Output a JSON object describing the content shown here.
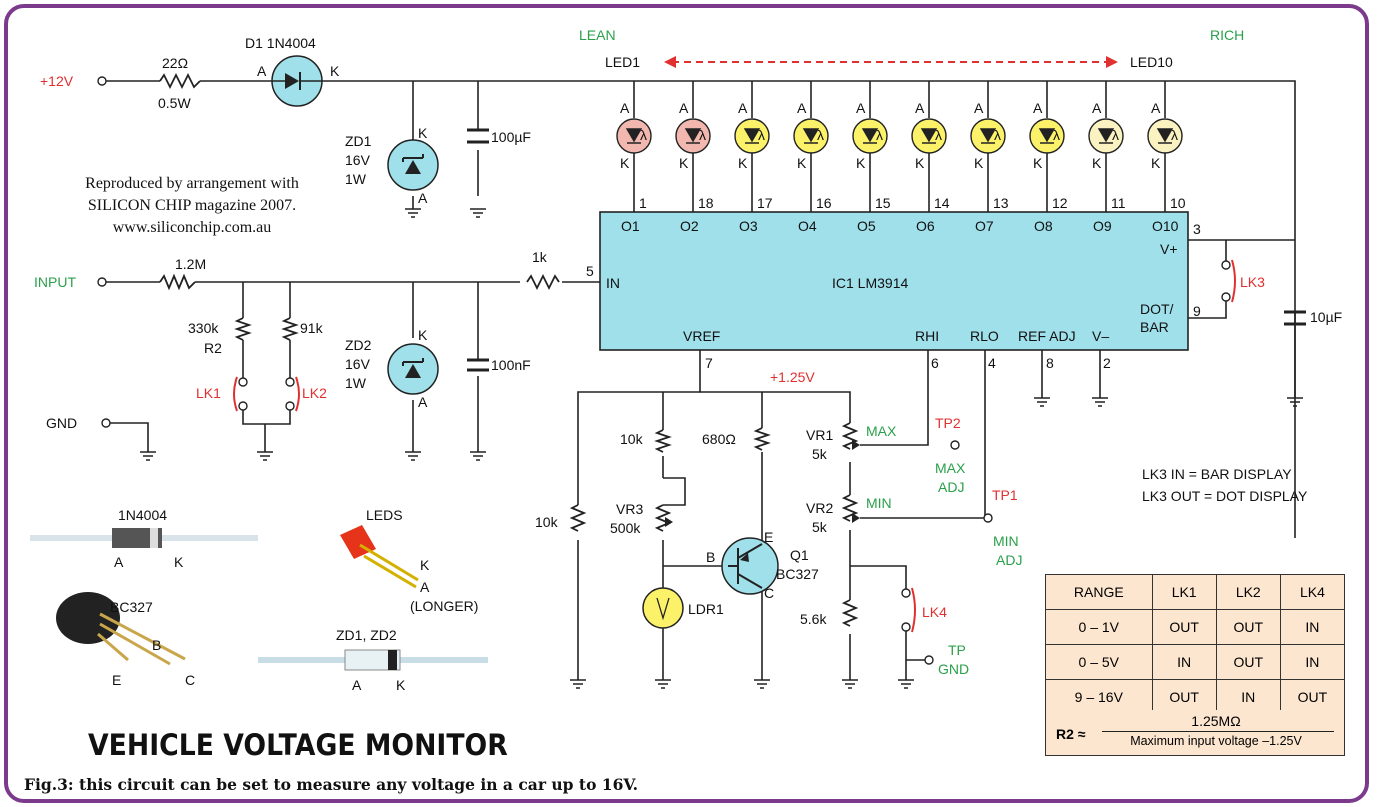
{
  "title": "VEHICLE VOLTAGE MONITOR",
  "caption": "Fig.3: this circuit can be set to measure any voltage in a car up to 16V.",
  "credit": [
    "Reproduced by arrangement with",
    "SILICON CHIP magazine 2007.",
    "www.siliconchip.com.au"
  ],
  "colors": {
    "frame": "#7b3a8c",
    "ic": "#9fe0ea",
    "led_red": "#f2b8b0",
    "led_yellow": "#fbf26a",
    "led_cream": "#faf2c0",
    "red_text": "#e03030",
    "green_text": "#2aa04a",
    "table_bg": "#fde6cf"
  },
  "labels": {
    "plus12v": "+12V",
    "input": "INPUT",
    "gnd": "GND",
    "r22": "22Ω",
    "r22w": "0.5W",
    "d1": "D1 1N4004",
    "zd1": [
      "ZD1",
      "16V",
      "1W"
    ],
    "zd2": [
      "ZD2",
      "16V",
      "1W"
    ],
    "c100u": "100µF",
    "c100n": "100nF",
    "c10u": "10µF",
    "r12m": "1.2M",
    "r1k": "1k",
    "r330": [
      "330k",
      "R2"
    ],
    "r91k": "91k",
    "lk1": "LK1",
    "lk2": "LK2",
    "lk3": "LK3",
    "lk4": "LK4",
    "lean": "LEAN",
    "rich": "RICH",
    "led1": "LED1",
    "led10": "LED10",
    "ic": "IC1 LM3914",
    "in": "IN",
    "vplus": "V+",
    "dot": "DOT/",
    "bar": "BAR",
    "vref": "VREF",
    "rhi": "RHI",
    "rlo": "RLO",
    "refadj": "REF ADJ",
    "vminus": "V–",
    "p125": "+1.25V",
    "vr1": [
      "VR1",
      "5k"
    ],
    "vr2": [
      "VR2",
      "5k"
    ],
    "vr3": [
      "VR3",
      "500k"
    ],
    "max": "MAX",
    "min": "MIN",
    "tp1": "TP1",
    "tp2": "TP2",
    "maxadj": [
      "MAX",
      "ADJ"
    ],
    "minadj": [
      "MIN",
      "ADJ"
    ],
    "tpgnd": [
      "TP",
      "GND"
    ],
    "r10k_a": "10k",
    "r10k_b": "10k",
    "r680": "680Ω",
    "r56k": "5.6k",
    "q1": [
      "Q1",
      "BC327"
    ],
    "ldr": "LDR1",
    "b": "B",
    "e": "E",
    "c": "C",
    "pin_a": "A",
    "pin_k": "K",
    "comp_1n4004": "1N4004",
    "comp_leds": "LEDS",
    "comp_bc327": "BC327",
    "comp_zd": "ZD1, ZD2",
    "longer": "(LONGER)"
  },
  "leds": [
    {
      "out": "O1",
      "pin": "1",
      "color": "red"
    },
    {
      "out": "O2",
      "pin": "18",
      "color": "red"
    },
    {
      "out": "O3",
      "pin": "17",
      "color": "yellow"
    },
    {
      "out": "O4",
      "pin": "16",
      "color": "yellow"
    },
    {
      "out": "O5",
      "pin": "15",
      "color": "yellow"
    },
    {
      "out": "O6",
      "pin": "14",
      "color": "yellow"
    },
    {
      "out": "O7",
      "pin": "13",
      "color": "yellow"
    },
    {
      "out": "O8",
      "pin": "12",
      "color": "yellow"
    },
    {
      "out": "O9",
      "pin": "11",
      "color": "cream"
    },
    {
      "out": "O10",
      "pin": "10",
      "color": "cream"
    }
  ],
  "ic_pins": {
    "in": "5",
    "vplus": "3",
    "dot": "9",
    "vref": "7",
    "rhi": "6",
    "rlo": "4",
    "refadj": "8",
    "vminus": "2"
  },
  "legend": [
    "LK3 IN = BAR DISPLAY",
    "LK3 OUT = DOT DISPLAY"
  ],
  "range_table": {
    "header": [
      "RANGE",
      "LK1",
      "LK2",
      "LK4"
    ],
    "rows": [
      [
        "0 – 1V",
        "OUT",
        "OUT",
        "IN"
      ],
      [
        "0 – 5V",
        "IN",
        "OUT",
        "IN"
      ],
      [
        "9 – 16V",
        "OUT",
        "IN",
        "OUT"
      ]
    ],
    "formula": {
      "lhs": "R2 ≈",
      "numerator": "1.25MΩ",
      "denominator": "Maximum input voltage –1.25V"
    }
  }
}
